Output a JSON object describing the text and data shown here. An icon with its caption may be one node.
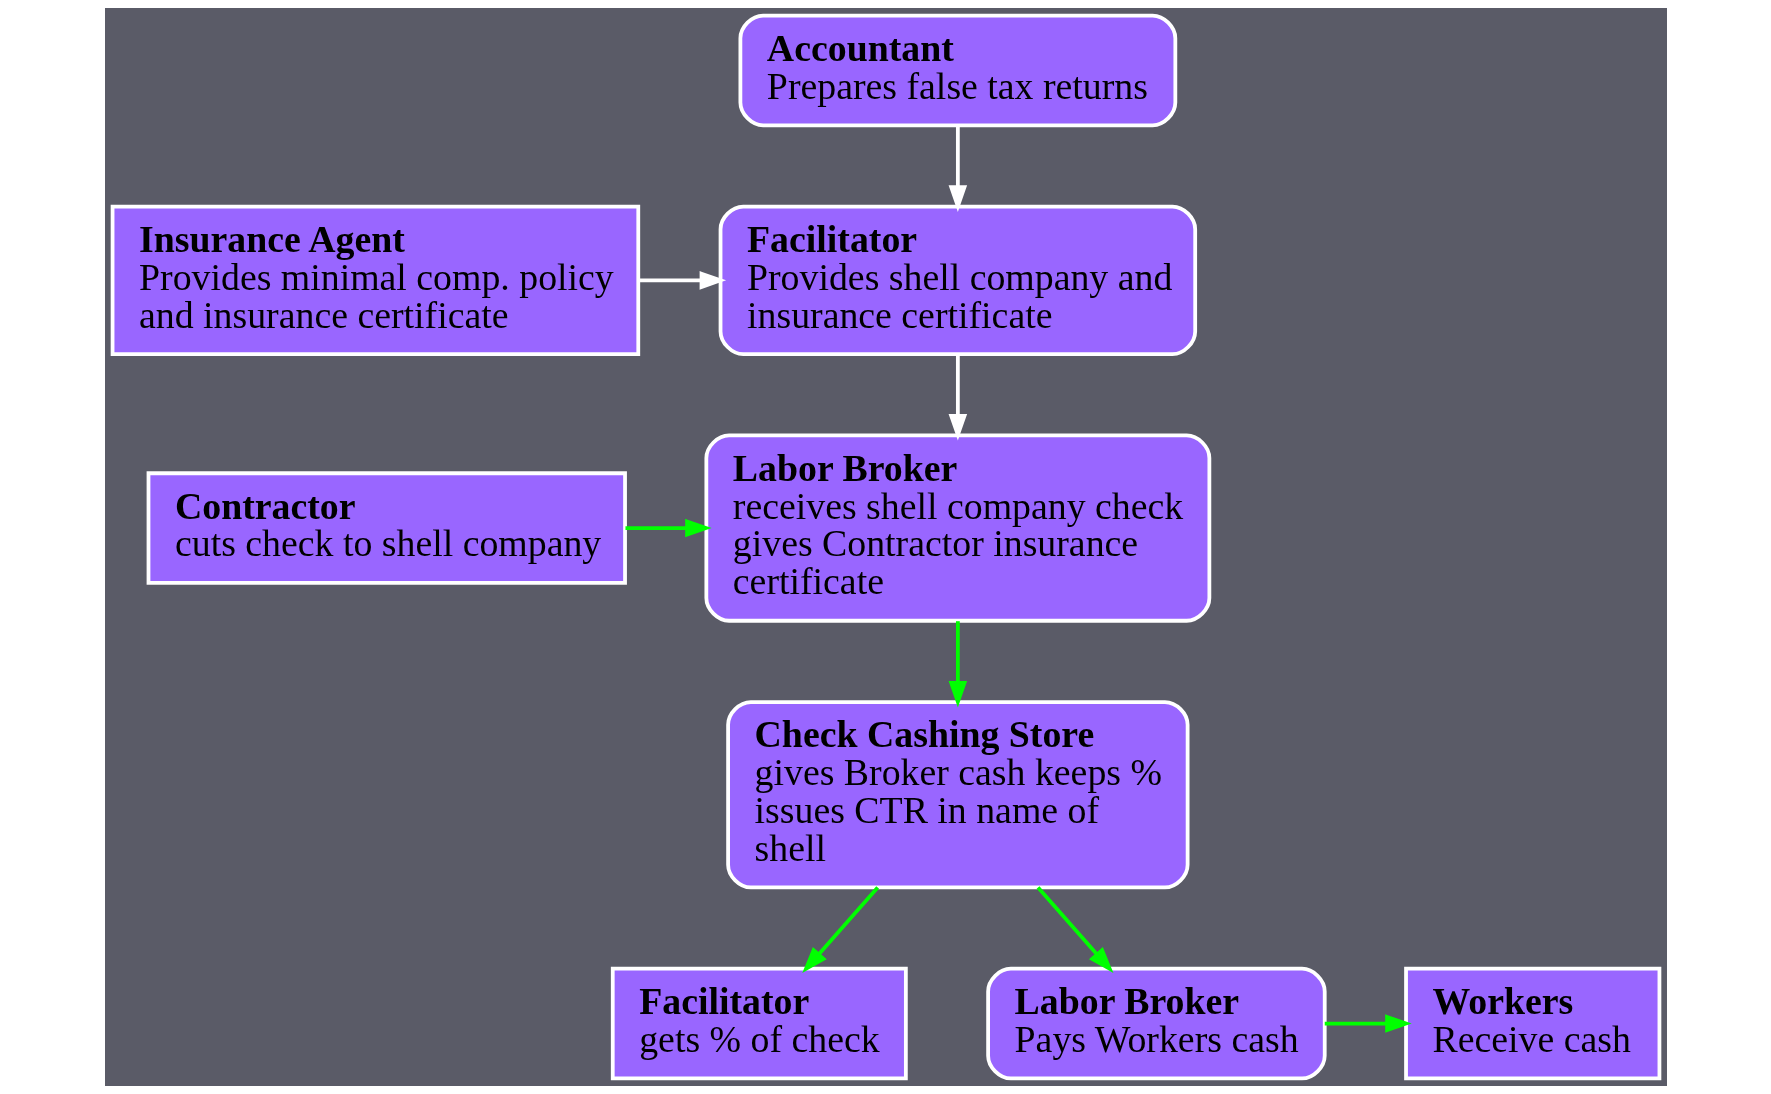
{
  "diagram": {
    "nodes": [
      {
        "text": [
          "Facilitator",
          "Provides shell company and insurance certificate"
        ]
      },
      {
        "text": [
          "Insurance Agent",
          "Provides minimal comp. policy and insurance certificate"
        ]
      },
      {
        "text": [
          "Accountant",
          "Prepares false tax returns"
        ]
      },
      {
        "text": [
          "Labor Broker",
          "receives shell company check gives Contractor insurance certificate"
        ]
      },
      {
        "text": [
          "Contractor",
          "cuts check to shell company"
        ]
      },
      {
        "text": [
          "Check Cashing Store",
          "gives Broker cash keeps % issues CTR in name of shell"
        ]
      },
      {
        "text": [
          "Facilitator",
          "gets % of check"
        ]
      },
      {
        "text": [
          "Labor Broker",
          "Pays Workers cash"
        ]
      },
      {
        "text": [
          "Workers",
          "Receive cash"
        ]
      }
    ],
    "edges": [
      {
        "from": 1,
        "to": 0,
        "arrow": "to",
        "color": "#ffffff"
      },
      {
        "from": 2,
        "to": 0,
        "arrow": "to",
        "color": "#ffffff"
      },
      {
        "from": 0,
        "to": 3,
        "arrow": "to",
        "color": "#ffffff"
      },
      {
        "from": 4,
        "to": 3,
        "arrow": "to"
      },
      {
        "from": 3,
        "to": 5,
        "arrow": "to"
      },
      {
        "from": 5,
        "to": 6,
        "arrow": "to"
      },
      {
        "from": 5,
        "to": 7,
        "arrow": "to"
      },
      {
        "from": 7,
        "to": 8,
        "arrow": "to"
      }
    ]
  }
}
